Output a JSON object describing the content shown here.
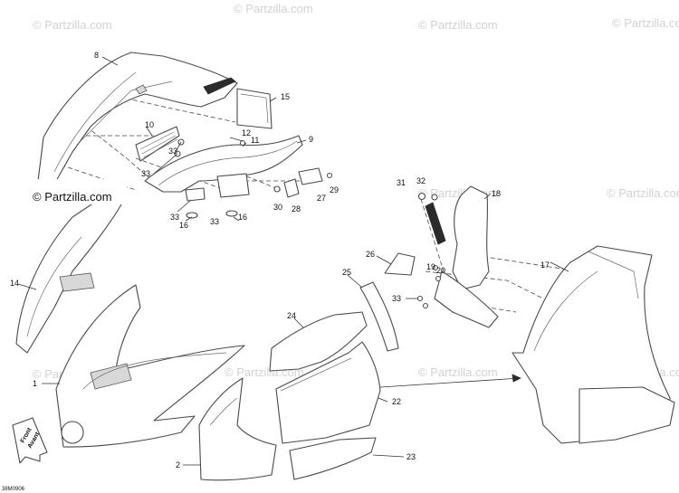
{
  "watermark": "© Partzilla.com",
  "logo_text": "© Partzilla.com",
  "diagram_code": "38M0906",
  "front_arrow": {
    "line1": "Front",
    "line2": "Avant"
  },
  "callouts": {
    "c1": "1",
    "c2": "2",
    "c8": "8",
    "c9": "9",
    "c10": "10",
    "c11": "11",
    "c12": "12",
    "c14": "14",
    "c15": "15",
    "c16a": "16",
    "c16b": "16",
    "c17": "17",
    "c18": "18",
    "c19": "19",
    "c20": "20",
    "c22": "22",
    "c23": "23",
    "c24": "24",
    "c25": "25",
    "c26": "26",
    "c27": "27",
    "c28": "28",
    "c29": "29",
    "c30": "30",
    "c31": "31",
    "c32": "32",
    "c33a": "33",
    "c33b": "33",
    "c33c": "33",
    "c33d": "33"
  }
}
